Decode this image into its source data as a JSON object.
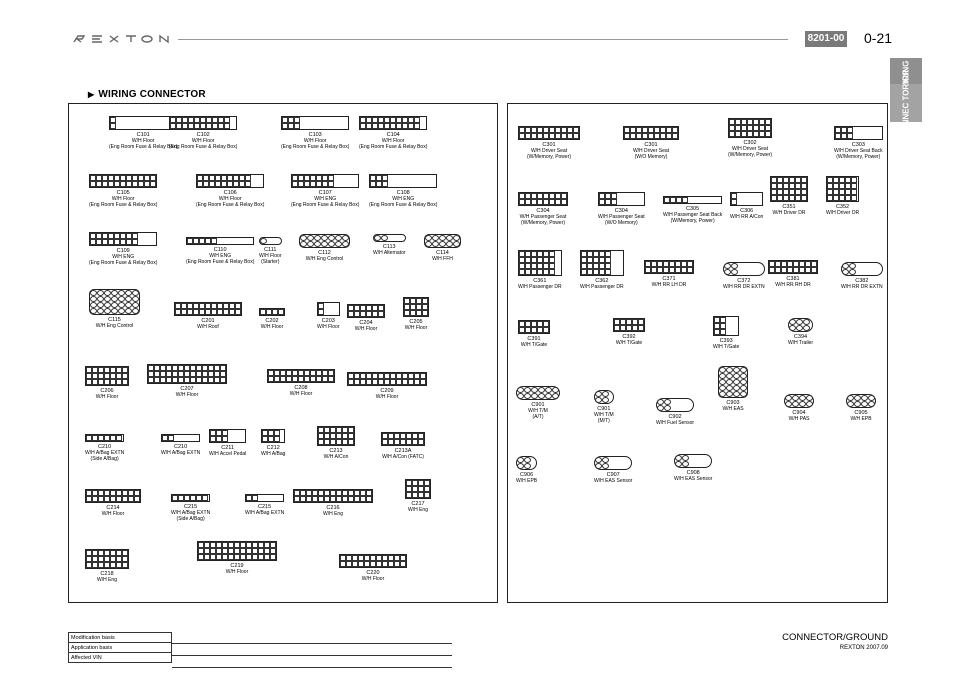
{
  "header": {
    "brand": "REXTON",
    "section_code": "8201-00",
    "page_number": "0-21",
    "side_tabs": [
      "WIRING",
      "CONNEC TOR/GR"
    ]
  },
  "section_title": "WIRING CONNECTOR",
  "connectors_left": [
    {
      "code": "C101",
      "desc1": "W/H Floor",
      "desc2": "(Eng Room Fuse & Relay Box)"
    },
    {
      "code": "C102",
      "desc1": "W/H Floor",
      "desc2": "(Eng Room Fuse & Relay Box)"
    },
    {
      "code": "C103",
      "desc1": "W/H Floor",
      "desc2": "(Eng Room Fuse & Relay Box)"
    },
    {
      "code": "C104",
      "desc1": "W/H Floor",
      "desc2": "(Eng Room Fuse & Relay Box)"
    },
    {
      "code": "C105",
      "desc1": "W/H Floor",
      "desc2": "(Eng Room Fuse & Relay Box)"
    },
    {
      "code": "C106",
      "desc1": "W/H Floor",
      "desc2": "(Eng Room Fuse & Relay Box)"
    },
    {
      "code": "C107",
      "desc1": "W/H ENG",
      "desc2": "(Eng Room Fuse & Relay Box)"
    },
    {
      "code": "C108",
      "desc1": "W/H ENG",
      "desc2": "(Eng Room Fuse & Relay Box)"
    },
    {
      "code": "C109",
      "desc1": "W/H ENG",
      "desc2": "(Eng Room Fuse & Relay Box)"
    },
    {
      "code": "C110",
      "desc1": "W/H ENG",
      "desc2": "(Eng Room Fuse & Relay Box)"
    },
    {
      "code": "C111",
      "desc1": "W/H Floor",
      "desc2": "(Starter)"
    },
    {
      "code": "C112",
      "desc1": "W/H Eng Control",
      "desc2": ""
    },
    {
      "code": "C113",
      "desc1": "W/H Alternator",
      "desc2": ""
    },
    {
      "code": "C114",
      "desc1": "W/H FFH",
      "desc2": ""
    },
    {
      "code": "C115",
      "desc1": "W/H Eng Control",
      "desc2": ""
    },
    {
      "code": "C201",
      "desc1": "W/H Roof",
      "desc2": ""
    },
    {
      "code": "C202",
      "desc1": "W/H Floor",
      "desc2": ""
    },
    {
      "code": "C203",
      "desc1": "W/H Floor",
      "desc2": ""
    },
    {
      "code": "C204",
      "desc1": "W/H Floor",
      "desc2": ""
    },
    {
      "code": "C205",
      "desc1": "W/H Floor",
      "desc2": ""
    },
    {
      "code": "C206",
      "desc1": "W/H Floor",
      "desc2": ""
    },
    {
      "code": "C207",
      "desc1": "W/H Floor",
      "desc2": ""
    },
    {
      "code": "C208",
      "desc1": "W/H Floor",
      "desc2": ""
    },
    {
      "code": "C209",
      "desc1": "W/H Floor",
      "desc2": ""
    },
    {
      "code": "C210",
      "desc1": "W/H A/Bag EXTN",
      "desc2": "(Side A/Bag)"
    },
    {
      "code": "C210",
      "desc1": "W/H A/Bag EXTN",
      "desc2": ""
    },
    {
      "code": "C211",
      "desc1": "W/H Accel Pedal",
      "desc2": ""
    },
    {
      "code": "C212",
      "desc1": "W/H A/Bag",
      "desc2": ""
    },
    {
      "code": "C213",
      "desc1": "W/H A/Con",
      "desc2": ""
    },
    {
      "code": "C213A",
      "desc1": "W/H A/Con (FATC)",
      "desc2": ""
    },
    {
      "code": "C214",
      "desc1": "W/H Floor",
      "desc2": ""
    },
    {
      "code": "C215",
      "desc1": "W/H A/Bag EXTN",
      "desc2": "(Side A/Bag)"
    },
    {
      "code": "C215",
      "desc1": "W/H A/Bag EXTN",
      "desc2": ""
    },
    {
      "code": "C216",
      "desc1": "W/H Eng",
      "desc2": ""
    },
    {
      "code": "C217",
      "desc1": "W/H Eng",
      "desc2": ""
    },
    {
      "code": "C218",
      "desc1": "W/H Eng",
      "desc2": ""
    },
    {
      "code": "C219",
      "desc1": "W/H Floor",
      "desc2": ""
    },
    {
      "code": "C220",
      "desc1": "W/H Floor",
      "desc2": ""
    }
  ],
  "connectors_right": [
    {
      "code": "C301",
      "desc1": "W/H Driver Seat",
      "desc2": "(W/Memory, Power)"
    },
    {
      "code": "C301",
      "desc1": "W/H Driver Seat",
      "desc2": "(W/O Memory)"
    },
    {
      "code": "C302",
      "desc1": "W/H Driver Seat",
      "desc2": "(W/Memory, Power)"
    },
    {
      "code": "C303",
      "desc1": "W/H Driver Seat Back",
      "desc2": "(W/Memory, Power)"
    },
    {
      "code": "C304",
      "desc1": "W/H Passenger Seat",
      "desc2": "(W/Memory, Power)"
    },
    {
      "code": "C304",
      "desc1": "W/H Passenger Seat",
      "desc2": "(W/O Memory)"
    },
    {
      "code": "C305",
      "desc1": "W/H Passenger Seat Back",
      "desc2": "(W/Memory, Power)"
    },
    {
      "code": "C306",
      "desc1": "W/H RR A/Con",
      "desc2": ""
    },
    {
      "code": "C351",
      "desc1": "W/H Driver DR",
      "desc2": ""
    },
    {
      "code": "C352",
      "desc1": "W/H Driver DR",
      "desc2": ""
    },
    {
      "code": "C361",
      "desc1": "W/H Passenger DR",
      "desc2": ""
    },
    {
      "code": "C362",
      "desc1": "W/H Passenger DR",
      "desc2": ""
    },
    {
      "code": "C371",
      "desc1": "W/H RR LH DR",
      "desc2": ""
    },
    {
      "code": "C372",
      "desc1": "W/H RR DR EXTN",
      "desc2": ""
    },
    {
      "code": "C381",
      "desc1": "W/H RR RH DR",
      "desc2": ""
    },
    {
      "code": "C382",
      "desc1": "W/H RR DR EXTN",
      "desc2": ""
    },
    {
      "code": "C391",
      "desc1": "W/H T/Gate",
      "desc2": ""
    },
    {
      "code": "C392",
      "desc1": "W/H T/Gate",
      "desc2": ""
    },
    {
      "code": "C393",
      "desc1": "W/H T/Gate",
      "desc2": ""
    },
    {
      "code": "C394",
      "desc1": "W/H Trailer",
      "desc2": ""
    },
    {
      "code": "C901",
      "desc1": "W/H T/M",
      "desc2": "(A/T)"
    },
    {
      "code": "C901",
      "desc1": "W/H T/M",
      "desc2": "(M/T)"
    },
    {
      "code": "C902",
      "desc1": "W/H Fuel Sensor",
      "desc2": ""
    },
    {
      "code": "C903",
      "desc1": "W/H EAS",
      "desc2": ""
    },
    {
      "code": "C904",
      "desc1": "W/H PAS",
      "desc2": ""
    },
    {
      "code": "C905",
      "desc1": "W/H EPB",
      "desc2": ""
    },
    {
      "code": "C906",
      "desc1": "W/H EPB",
      "desc2": ""
    },
    {
      "code": "C907",
      "desc1": "W/H EAS Sensor",
      "desc2": ""
    },
    {
      "code": "C908",
      "desc1": "W/H EAS Sensor",
      "desc2": ""
    }
  ],
  "info_table": {
    "rows": [
      "Modification basis",
      "Application basis",
      "Affected VIN"
    ]
  },
  "footer": {
    "title": "CONNECTOR/GROUND",
    "subtitle": "REXTON 2007.09"
  }
}
